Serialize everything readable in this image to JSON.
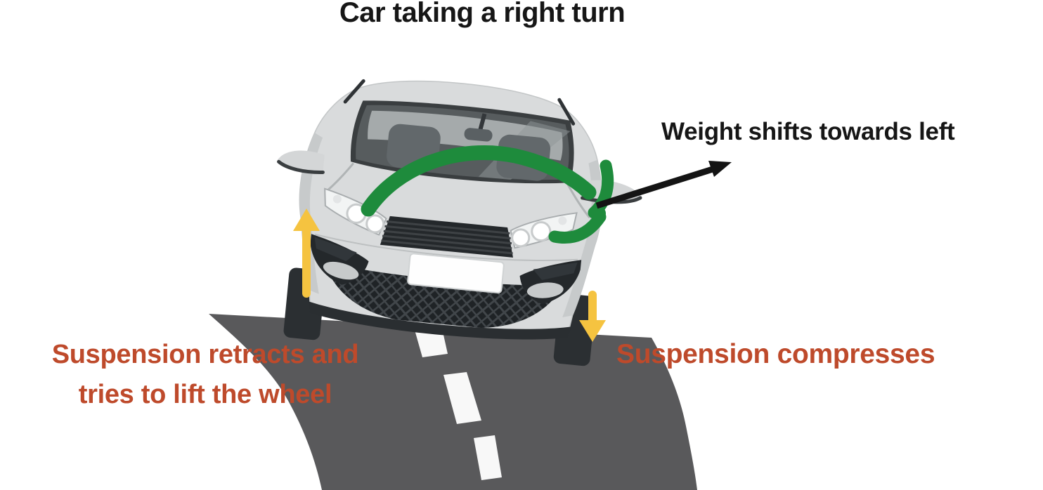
{
  "title": {
    "text": "Car taking a right turn"
  },
  "labels": {
    "weight_shift": "Weight shifts towards left",
    "suspension_left_line1": "Suspension retracts and",
    "suspension_left_line2": "tries to lift the wheel",
    "suspension_right": "Suspension compresses"
  },
  "colors": {
    "background": "#ffffff",
    "title_text": "#161616",
    "annotation_red": "#BE4A2B",
    "arrow_green": "#1E8B3C",
    "arrow_yellow": "#F5C340",
    "arrow_black": "#141414",
    "road_gray": "#59595B",
    "road_marking": "#F8F8F8",
    "car_body": "#D9DBDC",
    "car_body_shade": "#C7CACB",
    "car_glass": "#575C5E",
    "car_trim_dark": "#24282B",
    "wheel_dark": "#2B2F32",
    "headlight_white": "#F2F4F4"
  }
}
